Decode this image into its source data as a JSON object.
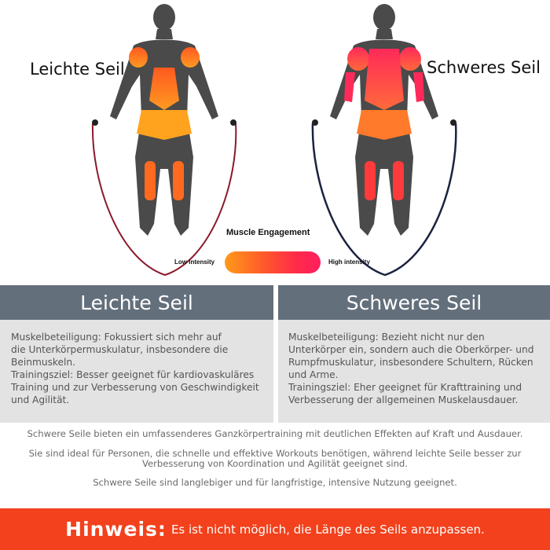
{
  "figure": {
    "left_label": "Leichte Seil",
    "right_label": "Schweres Seil",
    "engagement_title": "Muscle Engagement",
    "low_label": "Low intensity",
    "high_label": "High intensity",
    "colors": {
      "left_rope": "#8b1a2b",
      "right_rope": "#1c2240",
      "body": "#4a4a4a"
    }
  },
  "left_panel": {
    "title": "Leichte Seil",
    "lines": [
      "Muskelbeteiligung: Fokussiert sich mehr auf",
      "die Unterkörpermuskulatur, insbesondere die",
      "Beinmuskeln.",
      "Trainingsziel: Besser geeignet für kardiovaskuläres",
      "Training und zur Verbesserung von Geschwindigkeit",
      "und Agilität."
    ]
  },
  "right_panel": {
    "title": "Schweres Seil",
    "lines": [
      "Muskelbeteiligung: Bezieht nicht nur den",
      "Unterkörper ein, sondern auch die Oberkörper- und",
      "Rumpfmuskulatur, insbesondere Schultern, Rücken",
      "und Arme.",
      "Trainingsziel: Eher geeignet für Krafttraining und",
      "Verbesserung der allgemeinen Muskelausdauer."
    ]
  },
  "summary": {
    "line1": "Schwere Seile bieten ein umfassenderes Ganzkörpertraining mit deutlichen Effekten auf Kraft und Ausdauer.",
    "line2a": "Sie sind ideal für Personen, die schnelle und effektive Workouts benötigen, während leichte Seile besser zur",
    "line2b": "Verbesserung von Koordination und Agilität geeignet sind.",
    "line3": "Schwere Seile sind langlebiger und für langfristige, intensive Nutzung geeignet."
  },
  "footer": {
    "label": "Hinweis:",
    "text": "Es ist nicht möglich, die Länge des Seils anzupassen.",
    "color": "#f2411c"
  }
}
